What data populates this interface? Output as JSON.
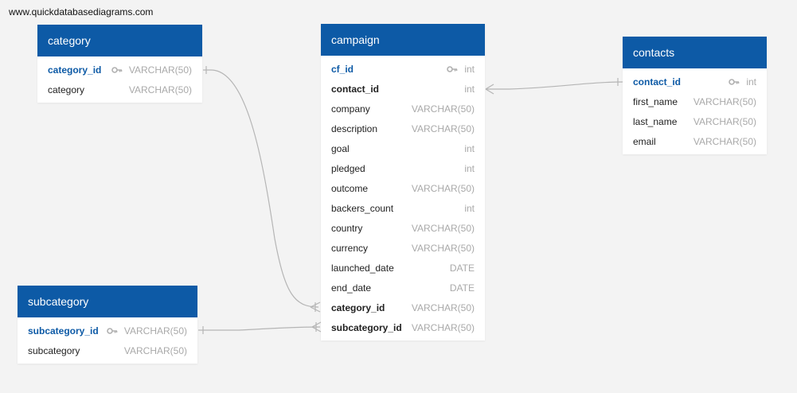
{
  "watermark": "www.quickdatabasediagrams.com",
  "tables": {
    "category": {
      "title": "category",
      "columns": [
        {
          "name": "category_id",
          "type": "VARCHAR(50)",
          "key": "pk"
        },
        {
          "name": "category",
          "type": "VARCHAR(50)",
          "key": ""
        }
      ]
    },
    "campaign": {
      "title": "campaign",
      "columns": [
        {
          "name": "cf_id",
          "type": "int",
          "key": "pk"
        },
        {
          "name": "contact_id",
          "type": "int",
          "key": "fk"
        },
        {
          "name": "company",
          "type": "VARCHAR(50)",
          "key": ""
        },
        {
          "name": "description",
          "type": "VARCHAR(50)",
          "key": ""
        },
        {
          "name": "goal",
          "type": "int",
          "key": ""
        },
        {
          "name": "pledged",
          "type": "int",
          "key": ""
        },
        {
          "name": "outcome",
          "type": "VARCHAR(50)",
          "key": ""
        },
        {
          "name": "backers_count",
          "type": "int",
          "key": ""
        },
        {
          "name": "country",
          "type": "VARCHAR(50)",
          "key": ""
        },
        {
          "name": "currency",
          "type": "VARCHAR(50)",
          "key": ""
        },
        {
          "name": "launched_date",
          "type": "DATE",
          "key": ""
        },
        {
          "name": "end_date",
          "type": "DATE",
          "key": ""
        },
        {
          "name": "category_id",
          "type": "VARCHAR(50)",
          "key": "fk"
        },
        {
          "name": "subcategory_id",
          "type": "VARCHAR(50)",
          "key": "fk"
        }
      ]
    },
    "contacts": {
      "title": "contacts",
      "columns": [
        {
          "name": "contact_id",
          "type": "int",
          "key": "pk"
        },
        {
          "name": "first_name",
          "type": "VARCHAR(50)",
          "key": ""
        },
        {
          "name": "last_name",
          "type": "VARCHAR(50)",
          "key": ""
        },
        {
          "name": "email",
          "type": "VARCHAR(50)",
          "key": ""
        }
      ]
    },
    "subcategory": {
      "title": "subcategory",
      "columns": [
        {
          "name": "subcategory_id",
          "type": "VARCHAR(50)",
          "key": "pk"
        },
        {
          "name": "subcategory",
          "type": "VARCHAR(50)",
          "key": ""
        }
      ]
    }
  },
  "relationships": [
    {
      "from": "category.category_id",
      "to": "campaign.category_id",
      "cardinality": "one-to-many"
    },
    {
      "from": "subcategory.subcategory_id",
      "to": "campaign.subcategory_id",
      "cardinality": "one-to-many"
    },
    {
      "from": "contacts.contact_id",
      "to": "campaign.contact_id",
      "cardinality": "one-to-many"
    }
  ],
  "colors": {
    "header": "#0d5aa6",
    "primary_key_text": "#0d5aa6",
    "type_text": "#a9a9a9",
    "connector": "#b5b5b5",
    "canvas": "#f3f3f3"
  },
  "icons": {
    "primary_key": "key-icon"
  }
}
